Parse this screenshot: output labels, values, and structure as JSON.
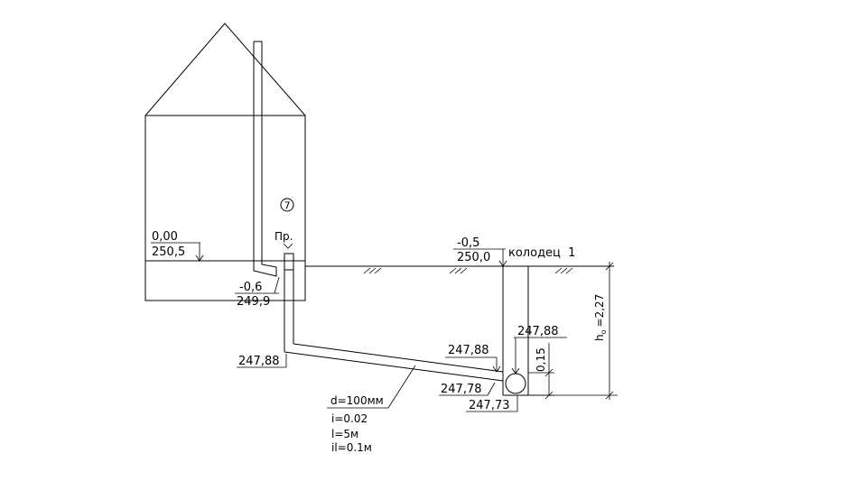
{
  "house": {
    "marker": "7",
    "floor_level": "0,00",
    "floor_abs": "250,5",
    "outlet_label": "Пр.",
    "exit_level": "-0,6",
    "exit_abs": "249,9"
  },
  "pipe": {
    "start_elev": "247,88",
    "end_elev_top": "247,88",
    "end_elev_bottom": "247,78",
    "diameter": "d=100мм",
    "slope": "i=0.02",
    "length": "l=5м",
    "drop": "il=0.1м"
  },
  "well": {
    "ground_level": "-0,5",
    "ground_abs": "250,0",
    "name": "колодец  1",
    "inlet_elev": "247,88",
    "bottom_elev": "247,73",
    "gap": "0,15",
    "depth_label": "h",
    "depth_sub": "о",
    "depth_value": "=2,27"
  },
  "colors": {
    "line": "#000000",
    "background": "#ffffff"
  }
}
